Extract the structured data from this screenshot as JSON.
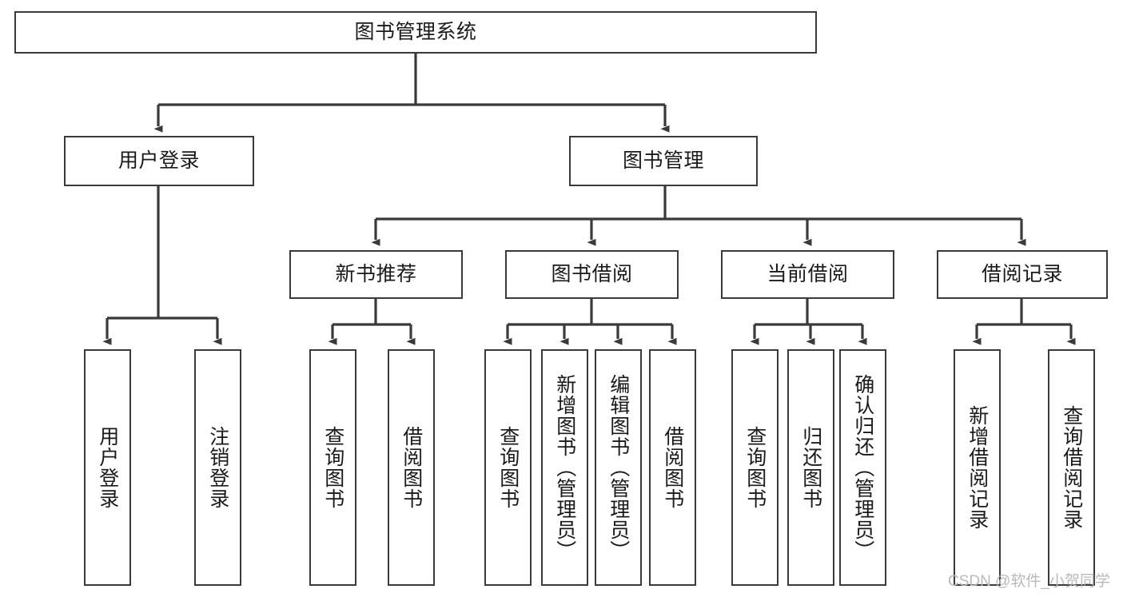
{
  "diagram": {
    "type": "tree-hierarchy",
    "title": "图书管理系统",
    "watermark": "CSDN @软件_小贺同学",
    "colors": {
      "stroke": "#3a3a3a",
      "fill": "#ffffff",
      "text": "#1a1a1a",
      "watermark": "#b9b9b9"
    },
    "nodes": {
      "root": {
        "label": "图书管理系统",
        "level": 1,
        "orientation": "horizontal"
      },
      "level2": [
        {
          "id": "user-login",
          "label": "用户登录"
        },
        {
          "id": "book-manage",
          "label": "图书管理"
        }
      ],
      "level3": [
        {
          "id": "new-book-recommend",
          "label": "新书推荐",
          "parent": "book-manage"
        },
        {
          "id": "book-borrow",
          "label": "图书借阅",
          "parent": "book-manage"
        },
        {
          "id": "current-borrow",
          "label": "当前借阅",
          "parent": "book-manage"
        },
        {
          "id": "borrow-record",
          "label": "借阅记录",
          "parent": "book-manage"
        }
      ],
      "leaves": {
        "user-login": [
          {
            "id": "leaf-user-login",
            "label": "用户登录"
          },
          {
            "id": "leaf-user-logout",
            "label": "注销登录"
          }
        ],
        "new-book-recommend": [
          {
            "id": "leaf-query-book-1",
            "label": "查询图书"
          },
          {
            "id": "leaf-borrow-book-1",
            "label": "借阅图书"
          }
        ],
        "book-borrow": [
          {
            "id": "leaf-query-book-2",
            "label": "查询图书"
          },
          {
            "id": "leaf-add-book",
            "label": "新增图书（管理员）"
          },
          {
            "id": "leaf-edit-book",
            "label": "编辑图书（管理员）"
          },
          {
            "id": "leaf-borrow-book-2",
            "label": "借阅图书"
          }
        ],
        "current-borrow": [
          {
            "id": "leaf-query-book-3",
            "label": "查询图书"
          },
          {
            "id": "leaf-return-book",
            "label": "归还图书"
          },
          {
            "id": "leaf-confirm-return",
            "label": "确认归还（管理员）"
          }
        ],
        "borrow-record": [
          {
            "id": "leaf-add-record",
            "label": "新增借阅记录"
          },
          {
            "id": "leaf-query-record",
            "label": "查询借阅记录"
          }
        ]
      }
    }
  }
}
